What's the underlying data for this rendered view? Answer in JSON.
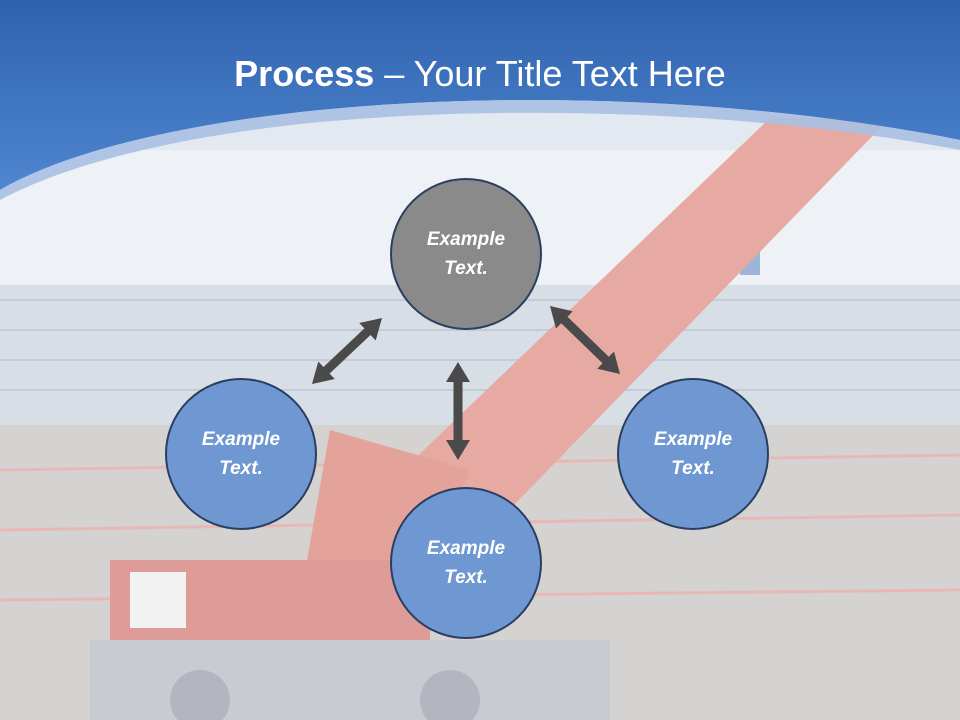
{
  "slide": {
    "title_bold": "Process",
    "title_rest": " – Your Title Text Here"
  },
  "nodes": {
    "top": {
      "line1": "Example",
      "line2": "Text."
    },
    "left": {
      "line1": "Example",
      "line2": "Text."
    },
    "right": {
      "line1": "Example",
      "line2": "Text."
    },
    "bottom": {
      "line1": "Example",
      "line2": "Text."
    }
  },
  "colors": {
    "header_blue": "#3d74c0",
    "circle_blue": "#6f97d1",
    "circle_gray": "#8a8a8a",
    "arrow": "#4a4a4a"
  }
}
